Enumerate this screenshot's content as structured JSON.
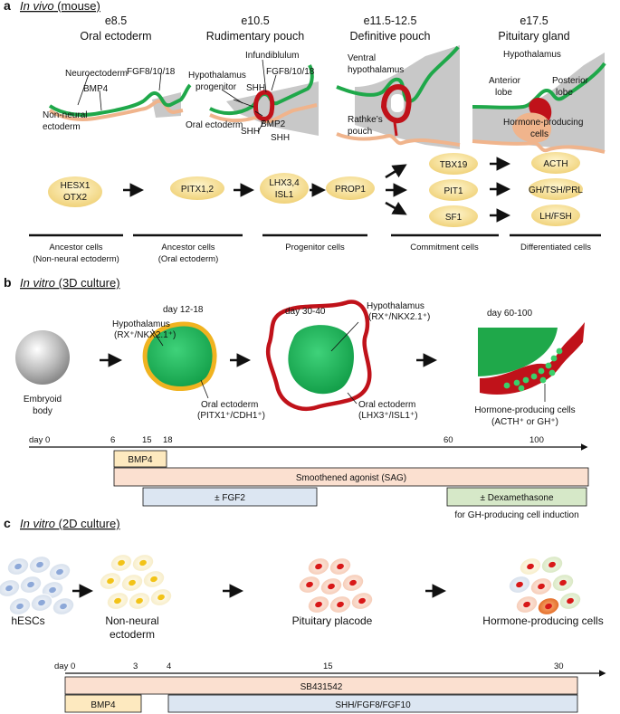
{
  "panel_a": {
    "letter": "a",
    "title_italic": "In vivo",
    "title_rest": " (mouse)",
    "stages": [
      {
        "day": "e8.5",
        "name": "Oral ectoderm"
      },
      {
        "day": "e10.5",
        "name": "Rudimentary pouch"
      },
      {
        "day": "e11.5-12.5",
        "name": "Definitive pouch"
      },
      {
        "day": "e17.5",
        "name": "Pituitary gland"
      }
    ],
    "labels": {
      "neuroectoderm": "Neuroectoderm",
      "bmp4": "BMP4",
      "fgf_1": "FGF8/10/18",
      "non_neural_1": "Non-neural",
      "non_neural_2": "ectoderm",
      "hypo_prog_1": "Hypothalamus",
      "hypo_prog_2": "progenitor",
      "infundibulum": "Infundiblulum",
      "fgf_2": "FGF8/10/18",
      "shh_top": "SHH",
      "oral_ectoderm": "Oral ectoderm",
      "bmp2": "BMP2",
      "shh_left": "SHH",
      "shh_bottom": "SHH",
      "ventral_1": "Ventral",
      "ventral_2": "hypothalamus",
      "rathke_1": "Rathke’s",
      "rathke_2": "pouch",
      "hypothalamus": "Hypothalamus",
      "anterior_1": "Anterior",
      "anterior_2": "lobe",
      "posterior_1": "Posterior",
      "posterior_2": "lobe",
      "hormone_1": "Hormone-producing",
      "hormone_2": "cells"
    },
    "genes": {
      "hesx1": "HESX1",
      "otx2": "OTX2",
      "pitx": "PITX1,2",
      "lhx": "LHX3,4",
      "isl1": "ISL1",
      "prop1": "PROP1",
      "tbx19": "TBX19",
      "pit1": "PIT1",
      "sf1": "SF1",
      "acth": "ACTH",
      "gh": "GH/TSH/PRL",
      "lh": "LH/FSH"
    },
    "categories": [
      {
        "line1": "Ancestor cells",
        "line2": "(Non-neural ectoderm)"
      },
      {
        "line1": "Ancestor cells",
        "line2": "(Oral ectoderm)"
      },
      {
        "line1": "Progenitor cells",
        "line2": ""
      },
      {
        "line1": "Commitment cells",
        "line2": ""
      },
      {
        "line1": "Differentiated cells",
        "line2": ""
      }
    ],
    "colors": {
      "neural": "#1fa84a",
      "ectoderm": "#f0b48c",
      "pouch": "#c0121a",
      "mesenchyme": "#c8c8c8",
      "gene": "#f7e08a"
    }
  },
  "panel_b": {
    "letter": "b",
    "title_italic": "In vitro",
    "title_rest": " (3D culture)",
    "embryoid_1": "Embryoid",
    "embryoid_2": "body",
    "day_12": "day 12-18",
    "hypo_1a": "Hypothalamus",
    "hypo_1b": "(RX⁺/NKX2.1⁺)",
    "oral_1a": "Oral ectoderm",
    "oral_1b": "(PITX1⁺/CDH1⁺)",
    "day_30": "day 30-40",
    "hypo_2a": "Hypothalamus",
    "hypo_2b": "(RX⁺/NKX2.1⁺)",
    "oral_2a": "Oral ectoderm",
    "oral_2b": "(LHX3⁺/ISL1⁺)",
    "day_60": "day 60-100",
    "hormone_a": "Hormone-producing cells",
    "hormone_b": "(ACTH⁺ or GH⁺)",
    "ticks": [
      "day 0",
      "6",
      "15",
      "18",
      "60",
      "100"
    ],
    "bars": {
      "bmp4": "BMP4",
      "sag": "Smoothened agonist (SAG)",
      "fgf2": "± FGF2",
      "dex": "± Dexamethasone"
    },
    "note": "for GH-producing cell induction",
    "colors": {
      "bmp4": "#fde9bf",
      "sag": "#fbe0d0",
      "fgf2": "#dce6f2",
      "dex": "#d6e8c8"
    }
  },
  "panel_c": {
    "letter": "c",
    "title_italic": "In vitro",
    "title_rest": " (2D culture)",
    "cells": {
      "hescs": "hESCs",
      "nne_1": "Non-neural",
      "nne_2": "ectoderm",
      "placode": "Pituitary placode",
      "hormone": "Hormone-producing cells"
    },
    "ticks": [
      "day 0",
      "3",
      "4",
      "15",
      "30"
    ],
    "bars": {
      "sb": "SB431542",
      "bmp4": "BMP4",
      "shh": "SHH/FGF8/FGF10"
    }
  }
}
